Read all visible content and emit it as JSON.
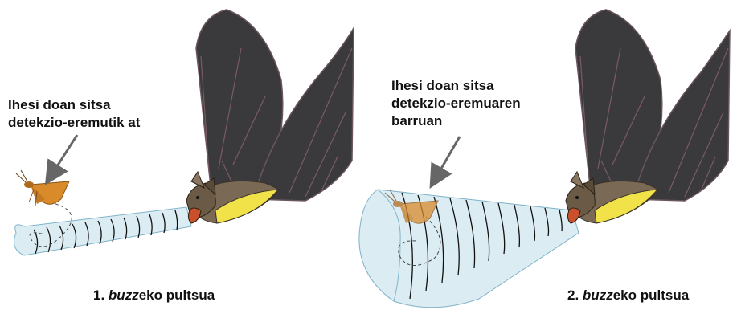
{
  "panels": [
    {
      "label_lines": [
        "Ihesi doan sitsa",
        "detekzio-eremutik at"
      ],
      "caption": {
        "number": "1.",
        "italic": "buzz",
        "rest": "eko pultsua"
      }
    },
    {
      "label_lines": [
        "Ihesi doan sitsa",
        "detekzio-eremuaren",
        "barruan"
      ],
      "caption": {
        "number": "2.",
        "italic": "buzz",
        "rest": "eko pultsua"
      }
    }
  ],
  "colors": {
    "bat_wing": "#3a3a3c",
    "bat_body": "#7a6a55",
    "bat_belly": "#f2e24a",
    "bat_mouth": "#c9502a",
    "cone_fill": "#dcecf3",
    "cone_stroke": "#7fb3c9",
    "moth": "#d98b2b",
    "arrow": "#666666"
  }
}
